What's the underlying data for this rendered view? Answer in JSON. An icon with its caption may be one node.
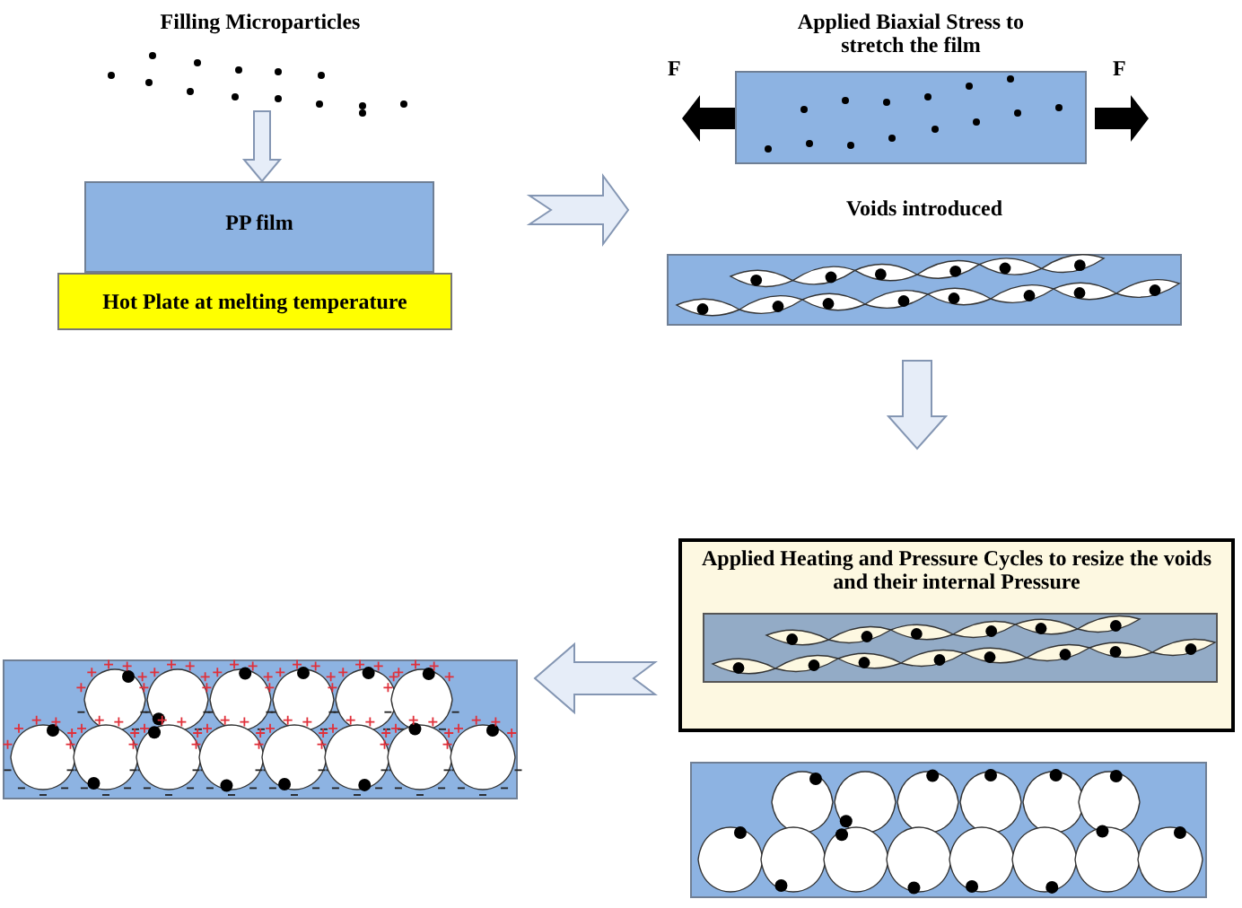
{
  "diagram": {
    "nodes": [
      {
        "text": [
          "Filling Microparticles"
        ]
      },
      {
        "text": [
          "PP film"
        ]
      },
      {
        "text": [
          "Hot Plate at melting temperature"
        ]
      },
      {
        "text": [
          "Applied Biaxial Stress to stretch the film"
        ]
      },
      {
        "text": [
          "Voids introduced"
        ]
      },
      {
        "text": [
          "Applied Heating and Pressure Cycles to resize the voids and their internal Pressure"
        ]
      },
      {
        "text": [],
        "shape": "box",
        "in": 5
      },
      {
        "text": [],
        "shape": "box"
      },
      {
        "text": [],
        "shape": "box"
      }
    ],
    "edges": [
      {
        "from": 0,
        "to": 1,
        "arrow": "to"
      },
      {
        "from": 1,
        "to": 4,
        "arrow": "to"
      },
      {
        "from": 4,
        "to": 5,
        "arrow": "to"
      },
      {
        "from": 5,
        "to": 8,
        "arrow": "to"
      }
    ],
    "labels": [
      "F",
      "F"
    ]
  }
}
